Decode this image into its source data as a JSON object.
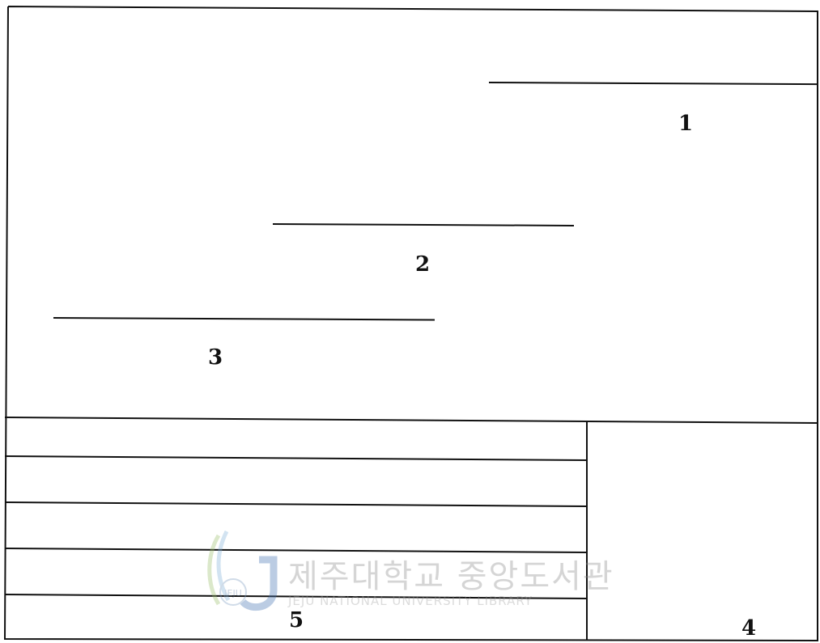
{
  "labels": {
    "one": "1",
    "two": "2",
    "three": "3",
    "four": "4",
    "five": "5"
  },
  "watermark": {
    "title": "제주대학교 중앙도서관",
    "subtitle": "JEJU NATIONAL UNIVERSITY LIBRARY",
    "logo_text": "JEJU"
  }
}
